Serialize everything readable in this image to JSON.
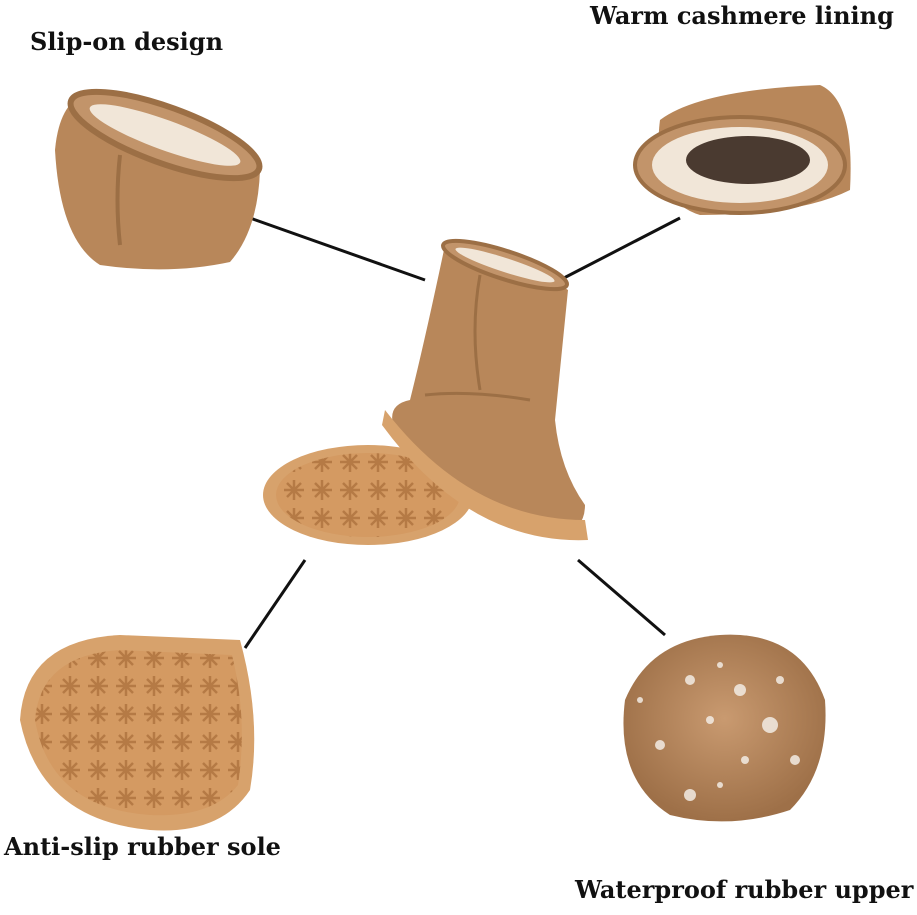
{
  "labels": {
    "slip_on": "Slip-on design",
    "lining": "Warm cashmere lining",
    "sole": "Anti-slip rubber sole",
    "upper": "Waterproof rubber upper"
  },
  "colors": {
    "suede": "#b8875a",
    "suede_dark": "#9c6f45",
    "sole": "#d7a26c",
    "fur": "#f1e6d8",
    "line": "#111111"
  }
}
